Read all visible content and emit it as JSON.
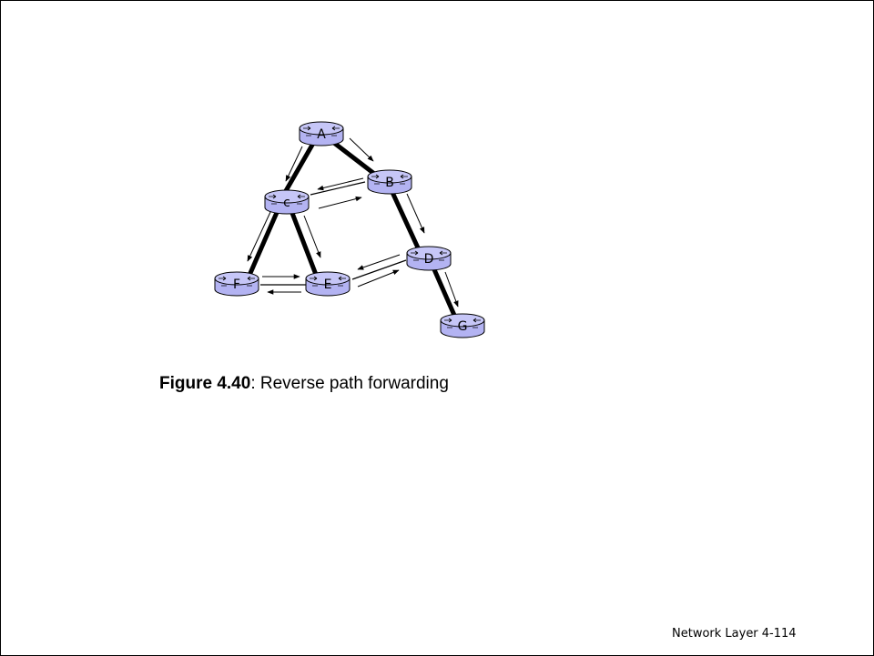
{
  "diagram": {
    "title": "Reverse path forwarding",
    "nodes": [
      {
        "id": "A",
        "label": "A"
      },
      {
        "id": "B",
        "label": "B"
      },
      {
        "id": "C",
        "label": "c"
      },
      {
        "id": "D",
        "label": "D"
      },
      {
        "id": "E",
        "label": "E"
      },
      {
        "id": "F",
        "label": "F"
      },
      {
        "id": "G",
        "label": "G"
      }
    ],
    "links": [
      {
        "from": "A",
        "to": "C",
        "tree": true
      },
      {
        "from": "A",
        "to": "B",
        "tree": true
      },
      {
        "from": "B",
        "to": "D",
        "tree": true
      },
      {
        "from": "C",
        "to": "F",
        "tree": true
      },
      {
        "from": "C",
        "to": "E",
        "tree": true
      },
      {
        "from": "D",
        "to": "G",
        "tree": true
      },
      {
        "from": "C",
        "to": "B",
        "tree": false
      },
      {
        "from": "F",
        "to": "E",
        "tree": false
      },
      {
        "from": "E",
        "to": "D",
        "tree": false
      }
    ],
    "colors": {
      "router_fill": "#b3b3f2",
      "router_stroke": "#000000"
    }
  },
  "caption": {
    "figure_number": "Figure 4.40",
    "separator": ": ",
    "text": "Reverse path forwarding"
  },
  "footer": {
    "text": "Network Layer 4-114"
  }
}
